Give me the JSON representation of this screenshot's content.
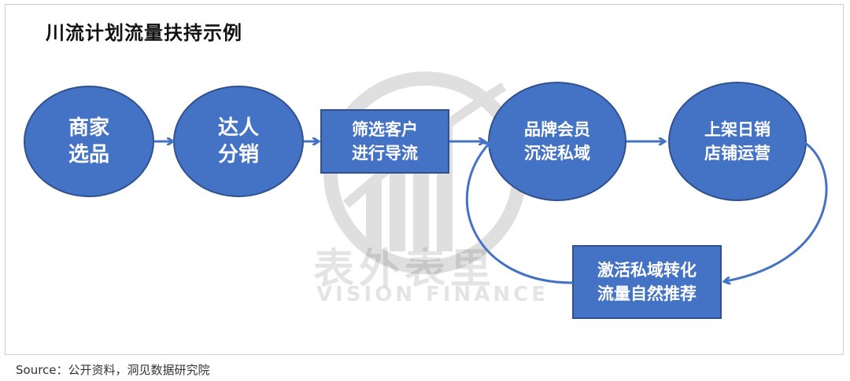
{
  "title": "川流计划流量扶持示例",
  "source": "Source：公开资料，洞见数据研究院",
  "watermark": {
    "cn": "表外表里",
    "en": "VISION FINANCE"
  },
  "nodes": [
    {
      "id": "n1",
      "lines": [
        "商家",
        "选品"
      ]
    },
    {
      "id": "n2",
      "lines": [
        "达人",
        "分销"
      ]
    },
    {
      "id": "n3",
      "lines": [
        "筛选客户",
        "进行导流"
      ]
    },
    {
      "id": "n4",
      "lines": [
        "品牌会员",
        "沉淀私域"
      ]
    },
    {
      "id": "n5",
      "lines": [
        "上架日销",
        "店铺运营"
      ]
    },
    {
      "id": "n6",
      "lines": [
        "激活私域转化",
        "流量自然推荐"
      ]
    }
  ],
  "colors": {
    "fill": "#4472c4",
    "stroke": "#2f528f",
    "arrow": "#4472c4"
  }
}
